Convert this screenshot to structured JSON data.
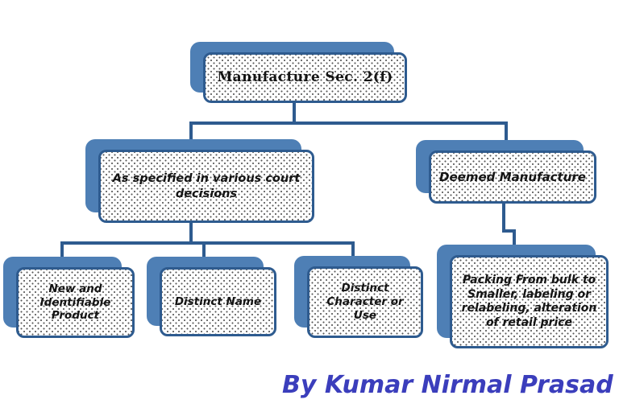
{
  "diagram": {
    "nodes": {
      "root": "Manufacture Sec. 2(f)",
      "court": "As specified in various court decisions",
      "deemed": "Deemed Manufacture",
      "new_product": "New and Identifiable Product",
      "distinct_name": "Distinct Name",
      "distinct_character": "Distinct Character or Use",
      "packing": "Packing From bulk to Smaller, labeling or relabeling, alteration of retail price"
    },
    "credit": "By Kumar Nirmal Prasad",
    "colors": {
      "box_shadow_fill": "#4E7FB5",
      "box_border": "#2E5B8F",
      "connector": "#2E5B8F",
      "box_fill": "#ffffff",
      "text": "#141414",
      "credit_text": "#3B3EBC"
    }
  }
}
